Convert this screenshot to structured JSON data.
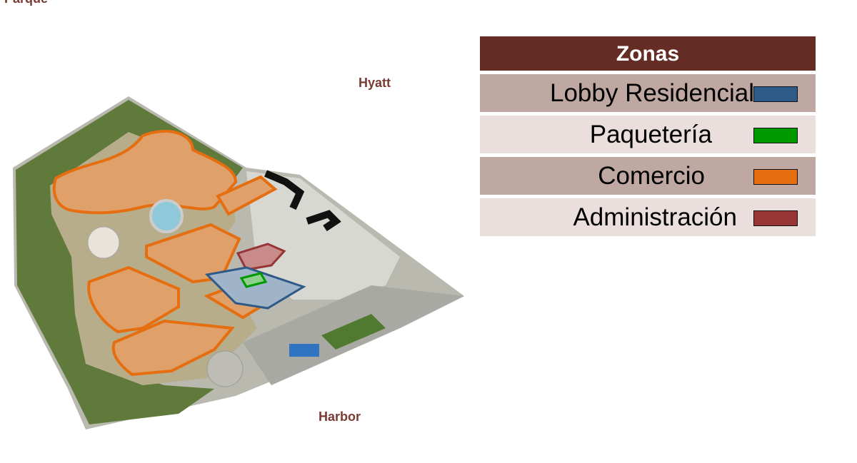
{
  "labels": {
    "parque": "Parque",
    "hyatt": "Hyatt",
    "harbor": "Harbor"
  },
  "legend": {
    "title": "Zonas",
    "items": [
      {
        "label": "Lobby Residencial",
        "color": "#2E5A87"
      },
      {
        "label": "Paquetería",
        "color": "#009A00"
      },
      {
        "label": "Comercio",
        "color": "#E56E10"
      },
      {
        "label": "Administración",
        "color": "#963535"
      }
    ]
  }
}
